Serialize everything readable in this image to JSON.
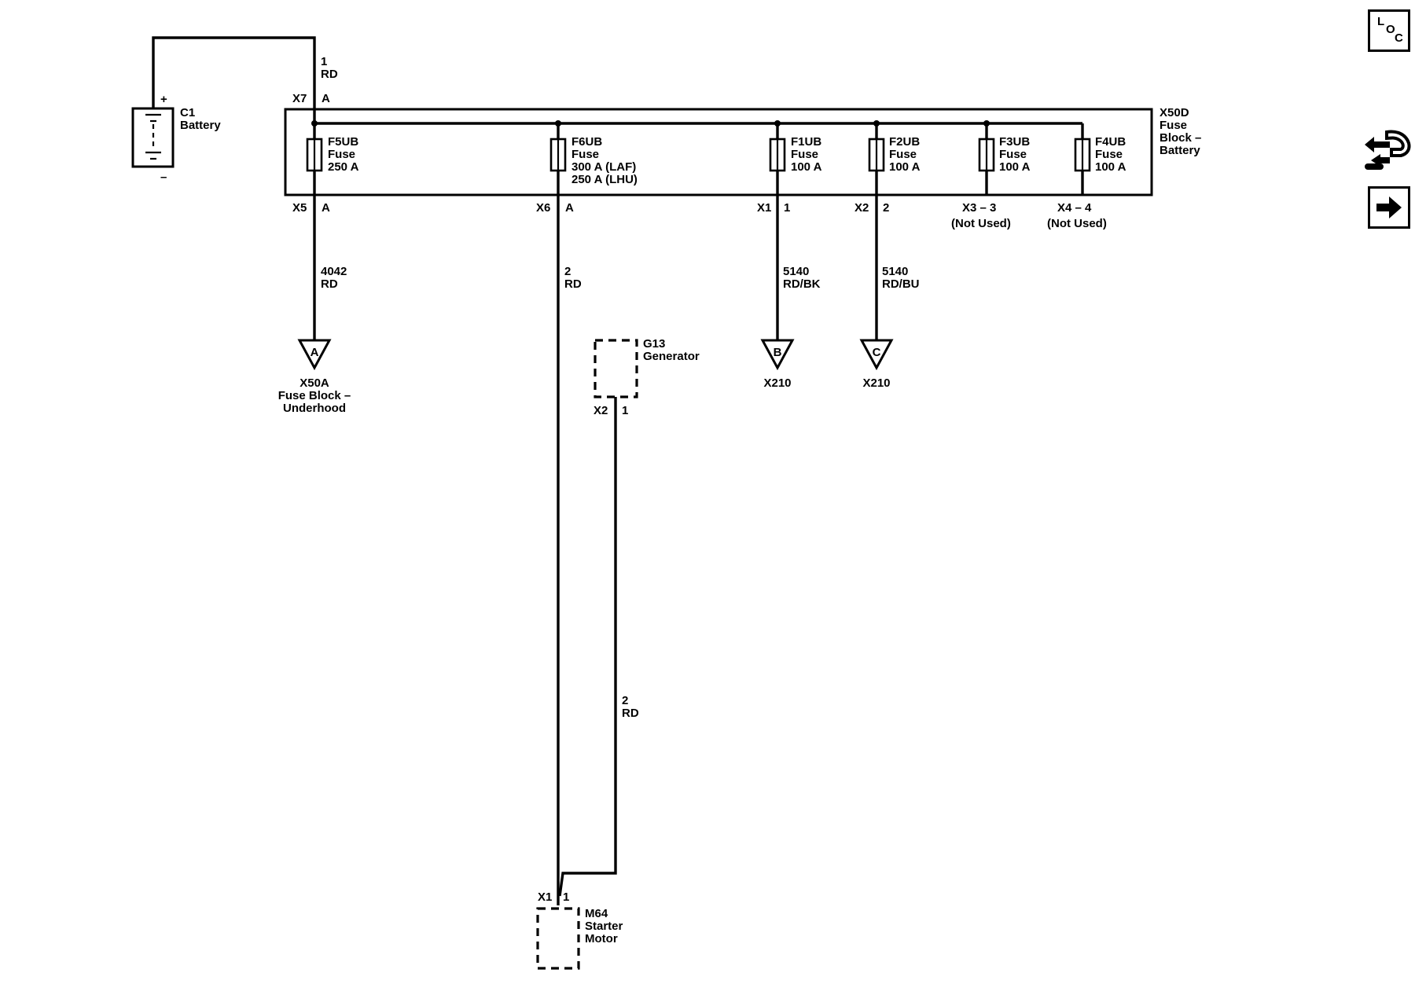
{
  "battery": {
    "id": "C1",
    "name": "Battery",
    "pos": "+",
    "neg": "–"
  },
  "feed": {
    "circuit": "1",
    "color": "RD",
    "connector": "X7",
    "pin": "A"
  },
  "fuse_block": {
    "id": "X50D",
    "line1": "Fuse",
    "line2": "Block –",
    "line3": "Battery"
  },
  "fuses": [
    {
      "name": "F5UB",
      "type": "Fuse",
      "rating": "250 A",
      "rating2": "",
      "connector": "X5",
      "pin": "A",
      "circuit": "4042",
      "color": "RD"
    },
    {
      "name": "F6UB",
      "type": "Fuse",
      "rating": "300 A (LAF)",
      "rating2": "250 A (LHU)",
      "connector": "X6",
      "pin": "A",
      "circuit": "2",
      "color": "RD"
    },
    {
      "name": "F1UB",
      "type": "Fuse",
      "rating": "100 A",
      "rating2": "",
      "connector": "X1",
      "pin": "1",
      "circuit": "5140",
      "color": "RD/BK"
    },
    {
      "name": "F2UB",
      "type": "Fuse",
      "rating": "100 A",
      "rating2": "",
      "connector": "X2",
      "pin": "2",
      "circuit": "5140",
      "color": "RD/BU"
    },
    {
      "name": "F3UB",
      "type": "Fuse",
      "rating": "100 A",
      "rating2": "",
      "terminal": "X3 – 3",
      "note": "(Not Used)"
    },
    {
      "name": "F4UB",
      "type": "Fuse",
      "rating": "100 A",
      "rating2": "",
      "terminal": "X4 – 4",
      "note": "(Not Used)"
    }
  ],
  "offpage": [
    {
      "letter": "A",
      "ref": "X50A",
      "line2": "Fuse Block –",
      "line3": "Underhood"
    },
    {
      "letter": "B",
      "ref": "X210"
    },
    {
      "letter": "C",
      "ref": "X210"
    }
  ],
  "generator": {
    "id": "G13",
    "name": "Generator",
    "connector": "X2",
    "pin": "1",
    "circuit": "2",
    "color": "RD"
  },
  "starter": {
    "id": "M64",
    "line1": "Starter",
    "line2": "Motor",
    "connector": "X1",
    "pin": "1"
  },
  "sidebar": {
    "loc_l": "L",
    "loc_o": "O",
    "loc_c": "C"
  }
}
